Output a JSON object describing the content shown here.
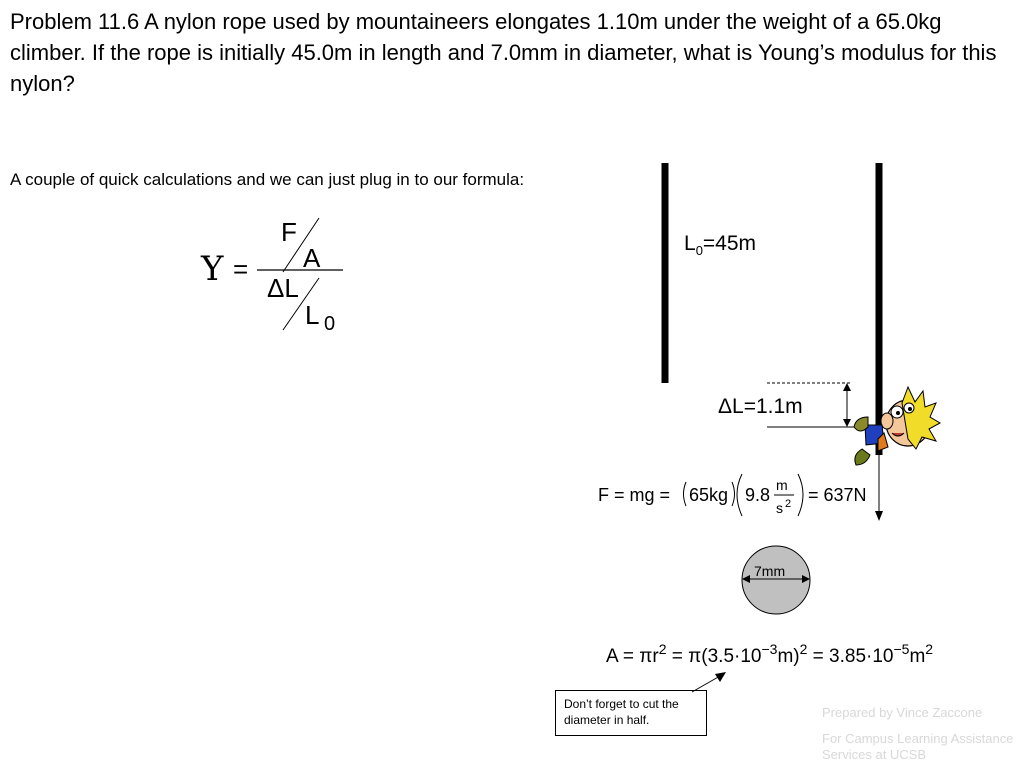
{
  "problem": {
    "text": "Problem 11.6  A nylon rope used by mountaineers elongates 1.10m under the weight of a 65.0kg climber.  If the rope is initially 45.0m in length and 7.0mm in diameter, what is Young’s modulus for this nylon?"
  },
  "intro": "A couple of quick calculations and we can just plug in to our formula:",
  "formula": {
    "lhs": "Y",
    "eq": "=",
    "F": "F",
    "A": "A",
    "dL": "ΔL",
    "L": "L",
    "L_sub": "0"
  },
  "diagram": {
    "L0_main": "L",
    "L0_sub": "0",
    "L0_rest": "=45m",
    "dL_label": "ΔL=1.1m",
    "diameter_label": "7mm"
  },
  "force_eq": {
    "lhs": "F = mg = ",
    "mass": "65kg",
    "g": "9.8",
    "unit_num": "m",
    "unit_den": "s",
    "unit_exp": "2",
    "result": "= 637N"
  },
  "area_eq": {
    "a1": "A = πr",
    "e1": "2",
    "a2": " = π(3.5·10",
    "e2": "−3",
    "a3": "m)",
    "e3": "2",
    "a4": " = 3.85·10",
    "e4": "−5",
    "a5": "m",
    "e5": "2"
  },
  "note": "Don’t forget to cut the diameter in half.",
  "footer": {
    "line1": "Prepared by Vince Zaccone",
    "line2": "For Campus Learning Assistance Services at UCSB"
  }
}
